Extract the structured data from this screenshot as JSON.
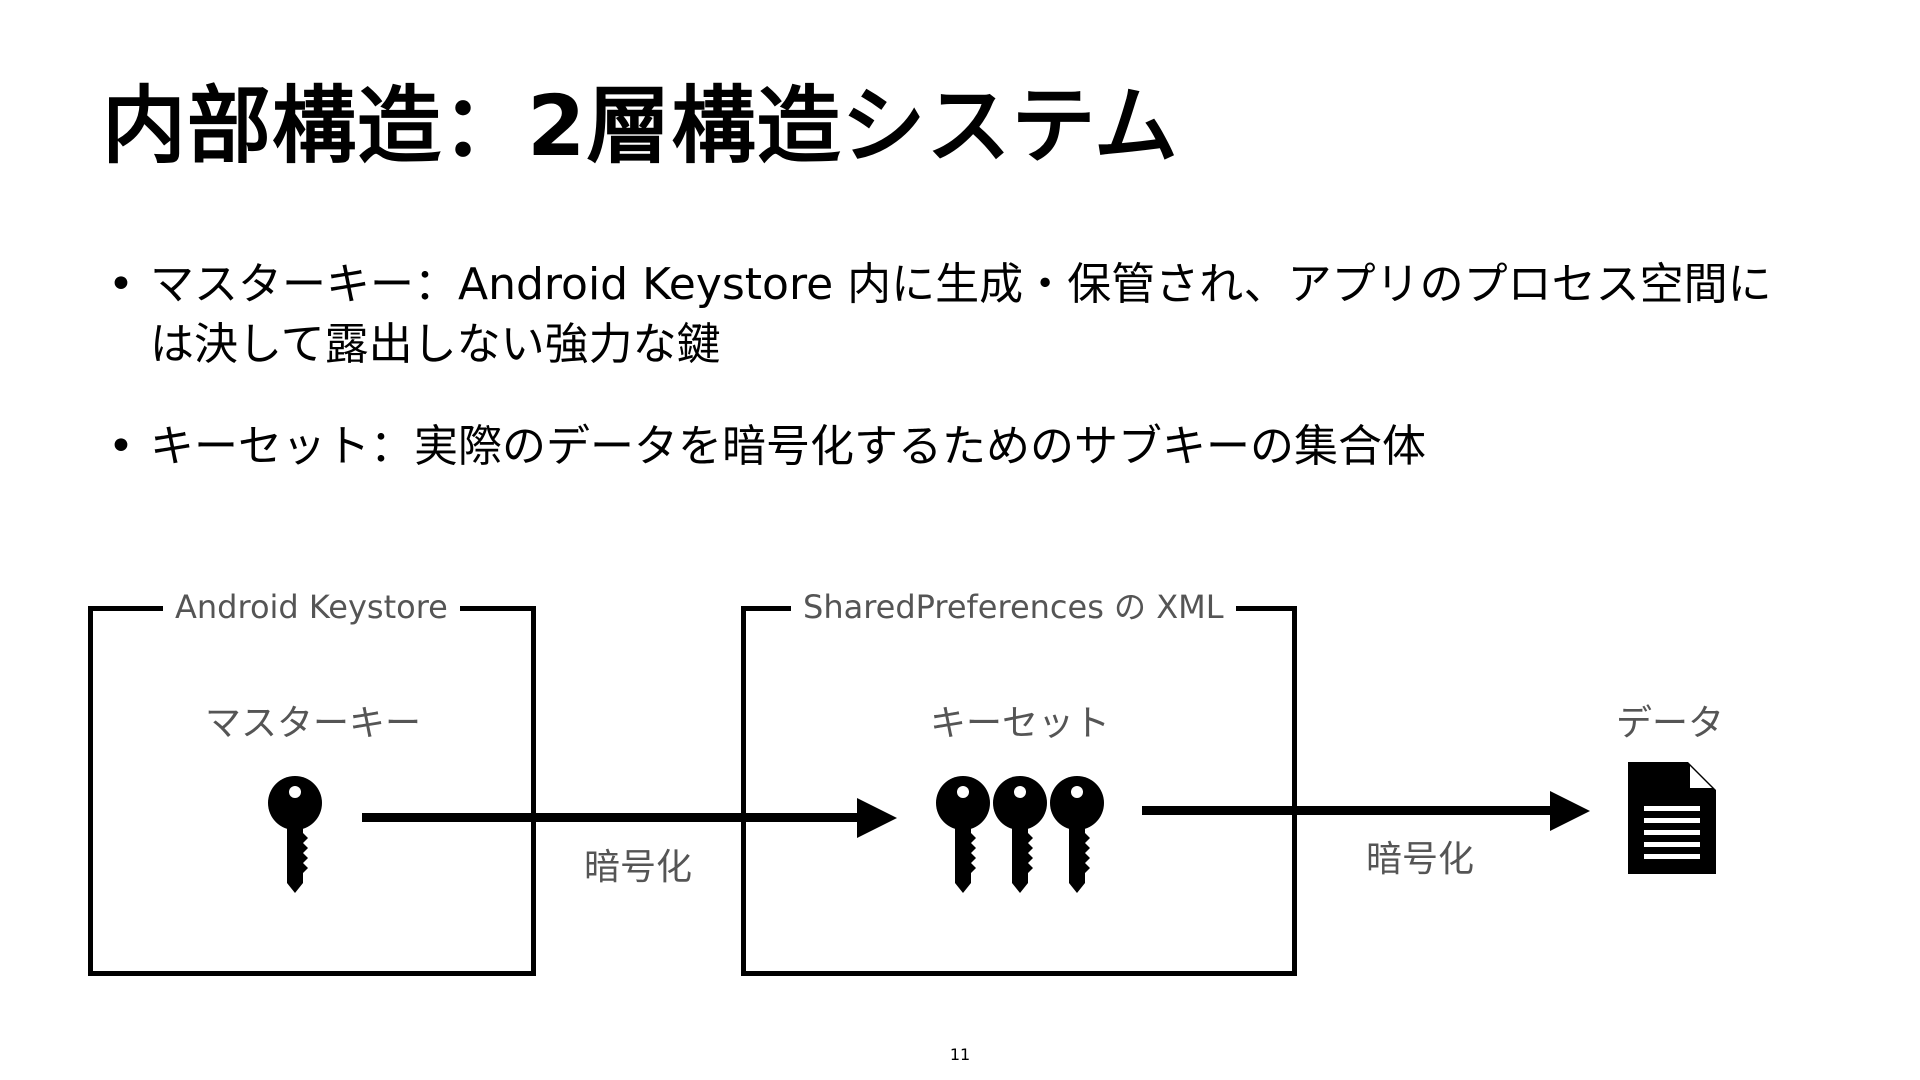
{
  "slide": {
    "title": "内部構造：2層構造システム",
    "bullets": [
      {
        "marker": "•",
        "text": "マスターキー：Android Keystore 内に生成・保管され、アプリのプロセス空間には決して露出しない強力な鍵"
      },
      {
        "marker": "•",
        "text": "キーセット：実際のデータを暗号化するためのサブキーの集合体"
      }
    ],
    "page_number": "11"
  },
  "diagram": {
    "keystore_box_label": "Android Keystore",
    "master_key_label": "マスターキー",
    "xml_box_label": "SharedPreferences の XML",
    "keyset_label": "キーセット",
    "data_label": "データ",
    "arrow1_label": "暗号化",
    "arrow2_label": "暗号化",
    "icons": [
      "key-icon",
      "key-icon",
      "key-icon",
      "key-icon",
      "document-icon"
    ]
  }
}
